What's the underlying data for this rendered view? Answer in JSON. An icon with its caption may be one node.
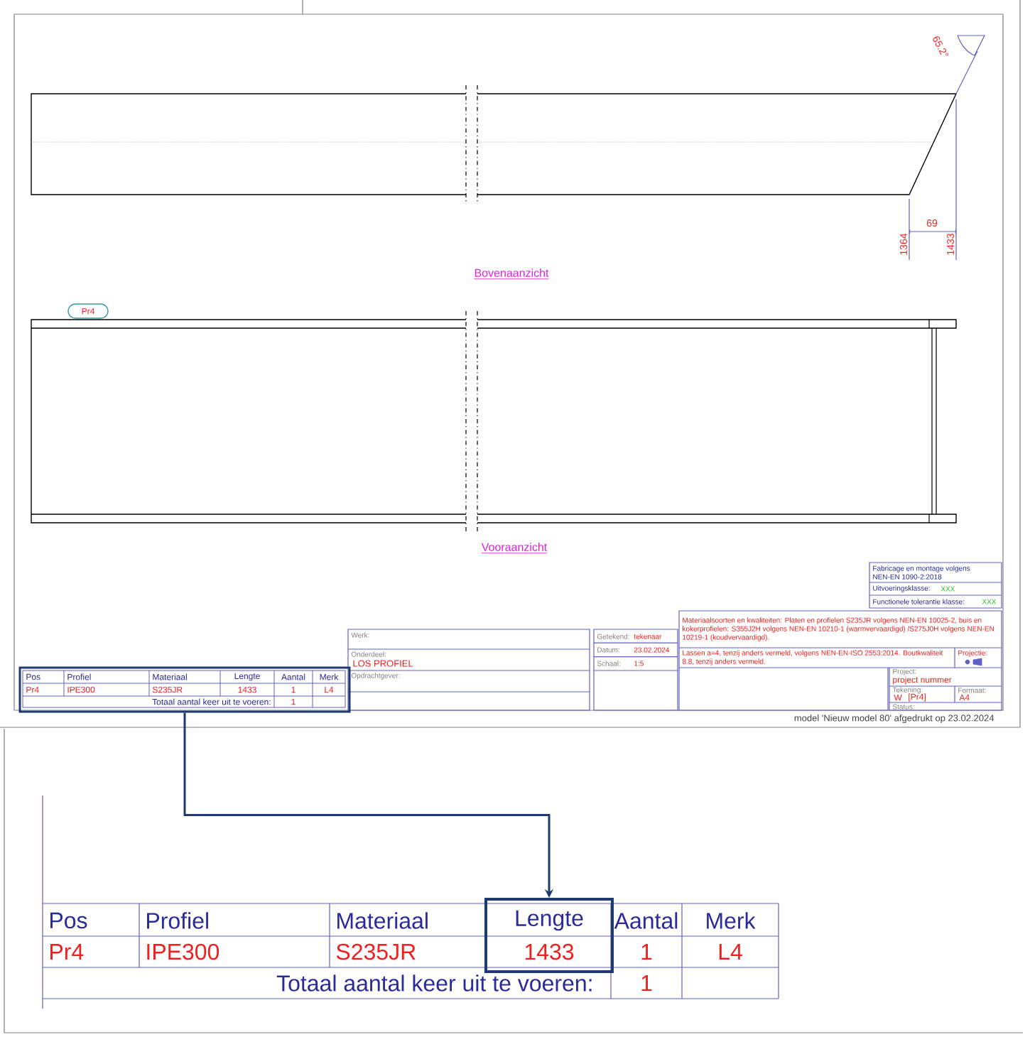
{
  "diagram": {
    "nodes": [
      {
        "text": [
          "Pos",
          "Profiel",
          "Materiaal",
          "Lengte",
          "Aantal",
          "Merk",
          "Pr4",
          "IPE300",
          "S235JR",
          "1433",
          "1",
          "L4",
          "Totaal aantal keer uit te voeren:",
          "1"
        ]
      },
      {
        "text": [
          "Lengte",
          "1433"
        ]
      },
      {
        "text": [
          "Pr4"
        ]
      }
    ],
    "edges": [
      {
        "from": 0,
        "to": 1,
        "arrow": "to"
      }
    ],
    "labels": [
      "65.2°",
      "69",
      "1364",
      "1433",
      "Bovenaanzicht",
      "Vooraanzicht",
      "Fabricage en montage volgens NEN-EN 1090-2:2018",
      "Uitvoeringsklasse:",
      "XXX",
      "Functionele tolerantie klasse:",
      "XXX",
      "Werk:",
      "Getekend:",
      "tekenaar",
      "Materiaalsoorten en kwaliteiten: Platen en profielen S235JR volgens NEN-EN 10025-2, buis en kokerprofielen: S355J2H volgens NEN-EN 10210-1 (warmvervaardigd) /S275J0H volgens NEN-EN 10219-1 (koudvervaardigd).",
      "Datum:",
      "23.02.2024",
      "Onderdeel:",
      "LOS PROFIEL",
      "Schaal:",
      "1:5",
      "Lassen a=4, tenzij anders vermeld, volgens NEN-EN-ISO 2553:2014. Boutkwaliteit 8.8, tenzij anders vermeld.",
      "Projectie:",
      "Opdrachtgever:",
      "Project:",
      "project nummer",
      "Tekening:",
      "W",
      "[Pr4]",
      "Formaat:",
      "A4",
      "Status:",
      "model 'Nieuw model 80' afgedrukt op 23.02.2024",
      "Pos",
      "Profiel",
      "Materiaal",
      "Aantal",
      "Merk",
      "Pr4",
      "IPE300",
      "S235JR",
      "1",
      "L4",
      "Totaal aantal keer uit te voeren:",
      "1"
    ]
  }
}
